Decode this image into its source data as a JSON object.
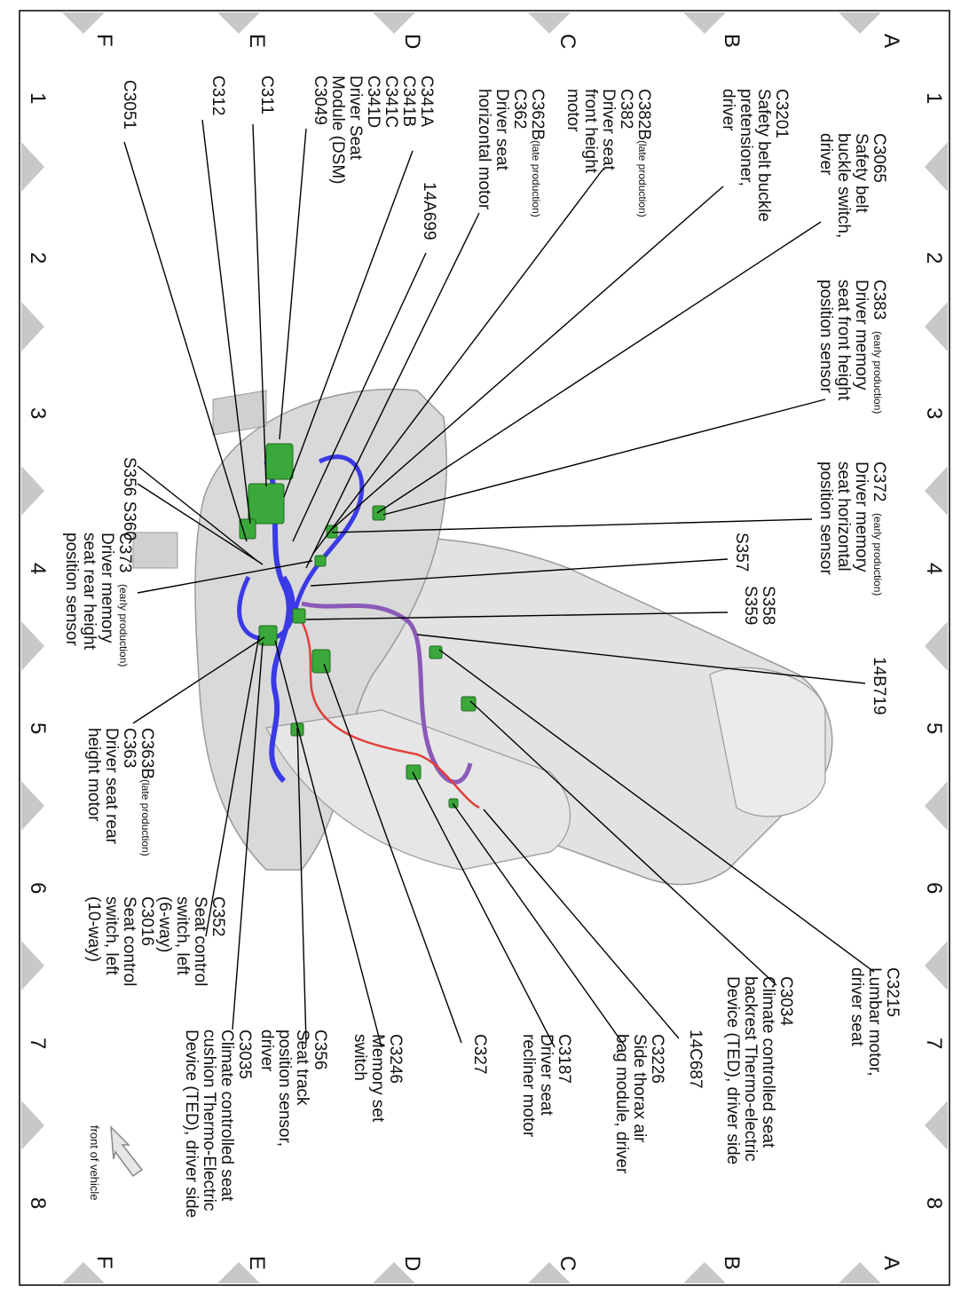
{
  "grid": {
    "letters": [
      "A",
      "B",
      "C",
      "D",
      "E",
      "F"
    ],
    "numbers": [
      "1",
      "2",
      "3",
      "4",
      "5",
      "6",
      "7",
      "8"
    ]
  },
  "front_of_vehicle": "front of vehicle",
  "labels": {
    "c3065": [
      "C3065",
      "Safety belt",
      "buckle switch,",
      "driver"
    ],
    "c3201": [
      "C3201",
      "Safety belt buckle",
      "pretensioner,",
      "driver"
    ],
    "c382": [
      "C382B",
      "(late production)",
      "C382",
      "Driver seat",
      "front height",
      "motor"
    ],
    "c362": [
      "C362B",
      "(late production)",
      "C362",
      "Driver seat",
      "horizontal motor"
    ],
    "c341": [
      "C341A",
      "C341B",
      "C341C",
      "C341D",
      "Driver Seat",
      "Module (DSM)"
    ],
    "14a699": "14A699",
    "c3049": "C3049",
    "c311": "C311",
    "c312": "C312",
    "c3051": "C3051",
    "c383": [
      "C383",
      "(early production)",
      "Driver memory",
      "seat front height",
      "position sensor"
    ],
    "c372": [
      "C372",
      "(early production)",
      "Driver memory",
      "seat horizontal",
      "position sensor"
    ],
    "s356": "S356 S360",
    "s357": "S357",
    "s358": [
      "S358",
      "S359"
    ],
    "c373": [
      "C373",
      "(early production)",
      "Driver memory",
      "seat rear height",
      "position sensor"
    ],
    "14b719": "14B719",
    "c363": [
      "C363B",
      "(late production)",
      "C363",
      "Driver seat rear",
      "height motor"
    ],
    "c3215": [
      "C3215",
      "Lumbar motor,",
      "driver seat"
    ],
    "c3034": [
      "C3034",
      "Climate controlled seat",
      "backrest Thermo-electric",
      "Device (TED), driver side"
    ],
    "14c687": "14C687",
    "c3226": [
      "C3226",
      "Side thorax air",
      "bag module, driver"
    ],
    "c3187": [
      "C3187",
      "Driver seat",
      "recliner motor"
    ],
    "c327": "C327",
    "c3246": [
      "C3246",
      "Memory set",
      "switch"
    ],
    "c356": [
      "C356",
      "Seat track",
      "position sensor,",
      "driver"
    ],
    "c3035": [
      "C3035",
      "Climate controlled seat",
      "cushion Thermo-Electric",
      "Device (TED), driver side"
    ],
    "c352": [
      "C352",
      "Seat control",
      "switch, left",
      "(6-way)",
      "C3016",
      "Seat control",
      "switch, left",
      "(10-way)"
    ]
  },
  "colors": {
    "harness_blue": "#3a3ae6",
    "harness_purple": "#8a5ab8",
    "harness_red": "#e0403a",
    "connector_green": "#3aa83a",
    "seat_grey": "#dcdcdc",
    "margin_triangle": "#c8c8c8"
  }
}
